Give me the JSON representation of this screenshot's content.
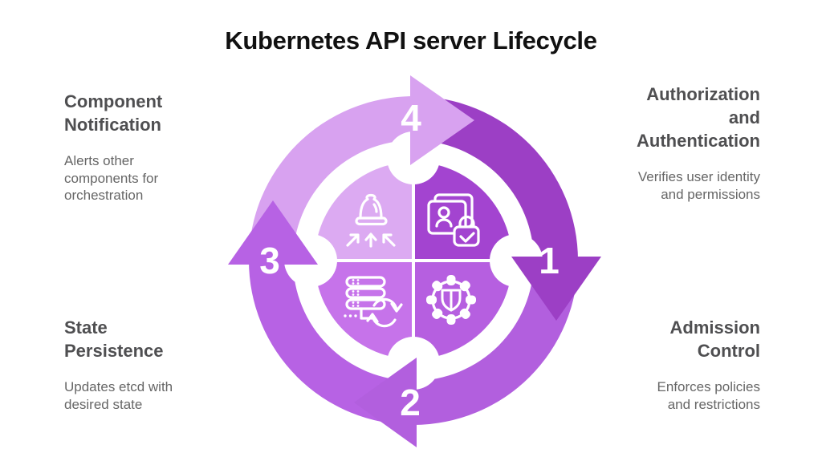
{
  "title": "Kubernetes API server Lifecycle",
  "colors": {
    "background": "#ffffff",
    "title_text": "#111111",
    "heading_text": "#4f4f51",
    "body_text": "#666666",
    "number_text": "#ffffff",
    "icon_stroke": "#ffffff",
    "ring_white": "#ffffff",
    "arc_1": "#9c3fc5",
    "arc_2": "#b25fde",
    "arc_3": "#b762e4",
    "arc_4": "#d8a2f0",
    "quad_top_left": "#dcaaf2",
    "quad_top_right": "#a344d0",
    "quad_bottom_left": "#c673ea",
    "quad_bottom_right": "#b65fe0"
  },
  "cycle": {
    "numbers": {
      "step1": "1",
      "step2": "2",
      "step3": "3",
      "step4": "4"
    },
    "icons": {
      "top_left": "notification-bell-icon",
      "top_right": "identity-card-lock-icon",
      "bottom_left": "database-sync-icon",
      "bottom_right": "gear-shield-icon"
    }
  },
  "blocks": {
    "top_left": {
      "heading": "Component\nNotification",
      "body": "Alerts other\ncomponents for\norchestration"
    },
    "top_right": {
      "heading": "Authorization\nand\nAuthentication",
      "body": "Verifies user identity\nand permissions"
    },
    "bottom_left": {
      "heading": "State\nPersistence",
      "body": "Updates etcd with\ndesired state"
    },
    "bottom_right": {
      "heading": "Admission\nControl",
      "body": "Enforces policies\nand restrictions"
    }
  }
}
